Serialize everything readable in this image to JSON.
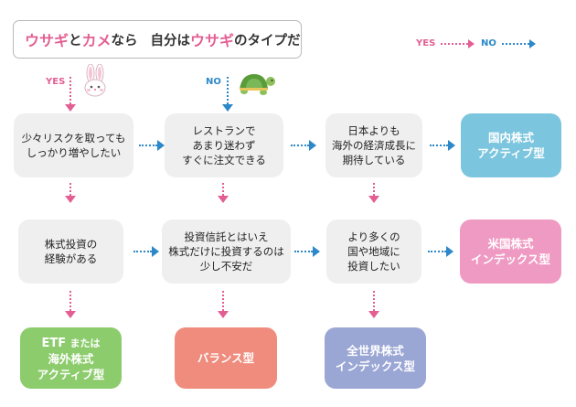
{
  "header": {
    "title_parts": [
      "ウサギ",
      "と",
      "カメ",
      "なら",
      "自分は",
      "ウサギ",
      "のタイプだ"
    ]
  },
  "legend": {
    "yes_label": "YES",
    "no_label": "NO"
  },
  "branches": {
    "yes_label": "YES",
    "no_label": "NO"
  },
  "questions": {
    "q1": "少々リスクを取っても\nしっかり増やしたい",
    "q2": "レストランで\nあまり迷わず\nすぐに注文できる",
    "q3": "日本よりも\n海外の経済成長に\n期待している",
    "q4": "株式投資の\n経験がある",
    "q5": "投資信託とはいえ\n株式だけに投資するのは\n少し不安だ",
    "q6": "より多くの\n国や地域に\n投資したい"
  },
  "results": {
    "r1": "国内株式\nアクティブ型",
    "r2": "米国株式\nインデックス型",
    "r3_prefix": "ETF",
    "r3_mid": "または",
    "r3_rest": "海外株式\nアクティブ型",
    "r4": "バランス型",
    "r5": "全世界株式\nインデックス型"
  },
  "colors": {
    "yes": "#e35f93",
    "no": "#2c88c8",
    "question_bg": "#efefef",
    "r_kokunai": "#7cc5de",
    "r_beikoku": "#ef9ac2",
    "r_etf": "#8ccc6c",
    "r_balance": "#ef8c7e",
    "r_zensekai": "#9aa6d4"
  },
  "icons": {
    "yes": "rabbit-icon",
    "no": "turtle-icon"
  }
}
